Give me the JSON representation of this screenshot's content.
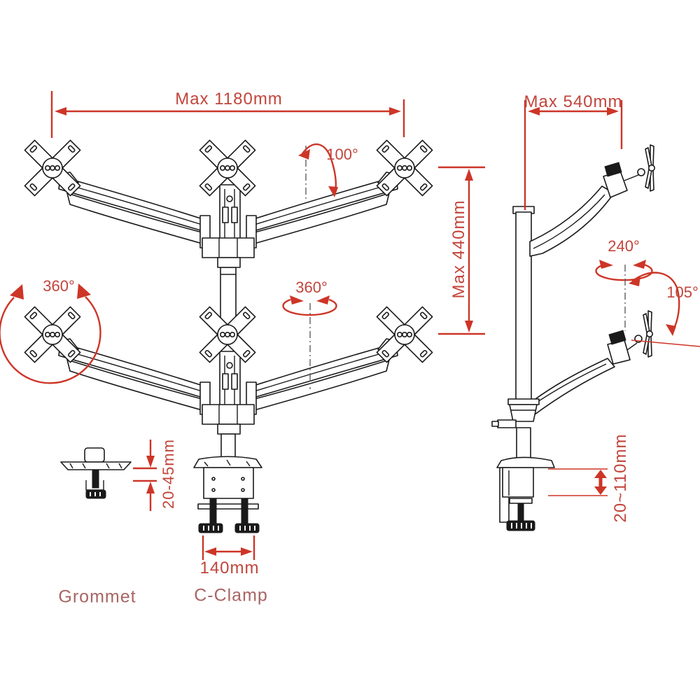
{
  "colors": {
    "dimension_line": "#cd3527",
    "dimension_text": "#c2453c",
    "caption_text": "#a86464",
    "linework": "#1a1a1a",
    "background": "#ffffff"
  },
  "front_view": {
    "max_width": "Max 1180mm",
    "max_height": "Max 440mm",
    "arm_swivel_angle": "100°",
    "vesa_rotation": "360°",
    "pole_rotation": "360°",
    "clamp_width": "140mm"
  },
  "side_view": {
    "max_depth": "Max 540mm",
    "arm_rotation": "240°",
    "tilt_angle": "105°",
    "clamp_range": "20~110mm"
  },
  "bases": {
    "grommet_label": "Grommet",
    "grommet_range": "20-45mm",
    "cclamp_label": "C-Clamp"
  }
}
